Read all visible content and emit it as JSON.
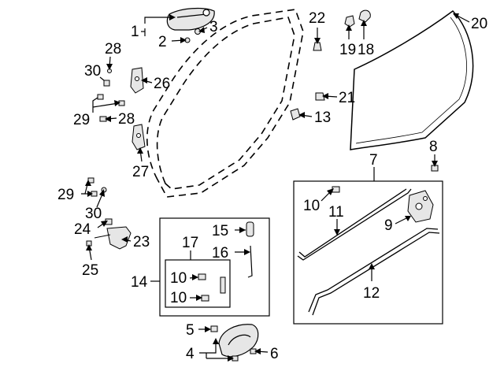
{
  "callouts": {
    "c1": "1",
    "c2": "2",
    "c3": "3",
    "c4": "4",
    "c5": "5",
    "c6": "6",
    "c7": "7",
    "c8": "8",
    "c9": "9",
    "c10a": "10",
    "c10b": "10",
    "c10c": "10",
    "c11": "11",
    "c12": "12",
    "c13": "13",
    "c14": "14",
    "c15": "15",
    "c16": "16",
    "c17": "17",
    "c18": "18",
    "c19": "19",
    "c20": "20",
    "c21": "21",
    "c22": "22",
    "c23": "23",
    "c24": "24",
    "c25": "25",
    "c26": "26",
    "c27": "27",
    "c28a": "28",
    "c28b": "28",
    "c29a": "29",
    "c29b": "29",
    "c30a": "30",
    "c30b": "30"
  },
  "colors": {
    "line": "#000000",
    "part_fill": "#e6e6e6",
    "background": "#ffffff"
  }
}
